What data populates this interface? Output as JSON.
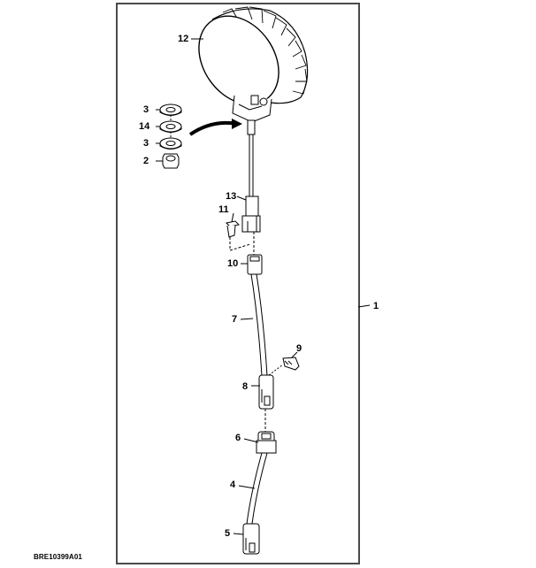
{
  "figure": {
    "id": "BRE10399A01",
    "type": "exploded parts diagram",
    "subject": "work light and wiring harness"
  },
  "callouts": [
    {
      "number": "1",
      "part": "wiring harness assembly (bracket)"
    },
    {
      "number": "2",
      "part": "nut"
    },
    {
      "number": "3",
      "part": "washer (upper)"
    },
    {
      "number": "14",
      "part": "washer"
    },
    {
      "number": "3",
      "part": "washer (lower)"
    },
    {
      "number": "12",
      "part": "work light"
    },
    {
      "number": "13",
      "part": "connector"
    },
    {
      "number": "11",
      "part": "lock clip"
    },
    {
      "number": "10",
      "part": "connector"
    },
    {
      "number": "7",
      "part": "harness"
    },
    {
      "number": "9",
      "part": "lock clip"
    },
    {
      "number": "8",
      "part": "connector"
    },
    {
      "number": "6",
      "part": "connector"
    },
    {
      "number": "4",
      "part": "harness"
    },
    {
      "number": "5",
      "part": "connector"
    }
  ],
  "colors": {
    "line": "#000000",
    "frame": "#4a4a4a",
    "background": "#ffffff"
  }
}
